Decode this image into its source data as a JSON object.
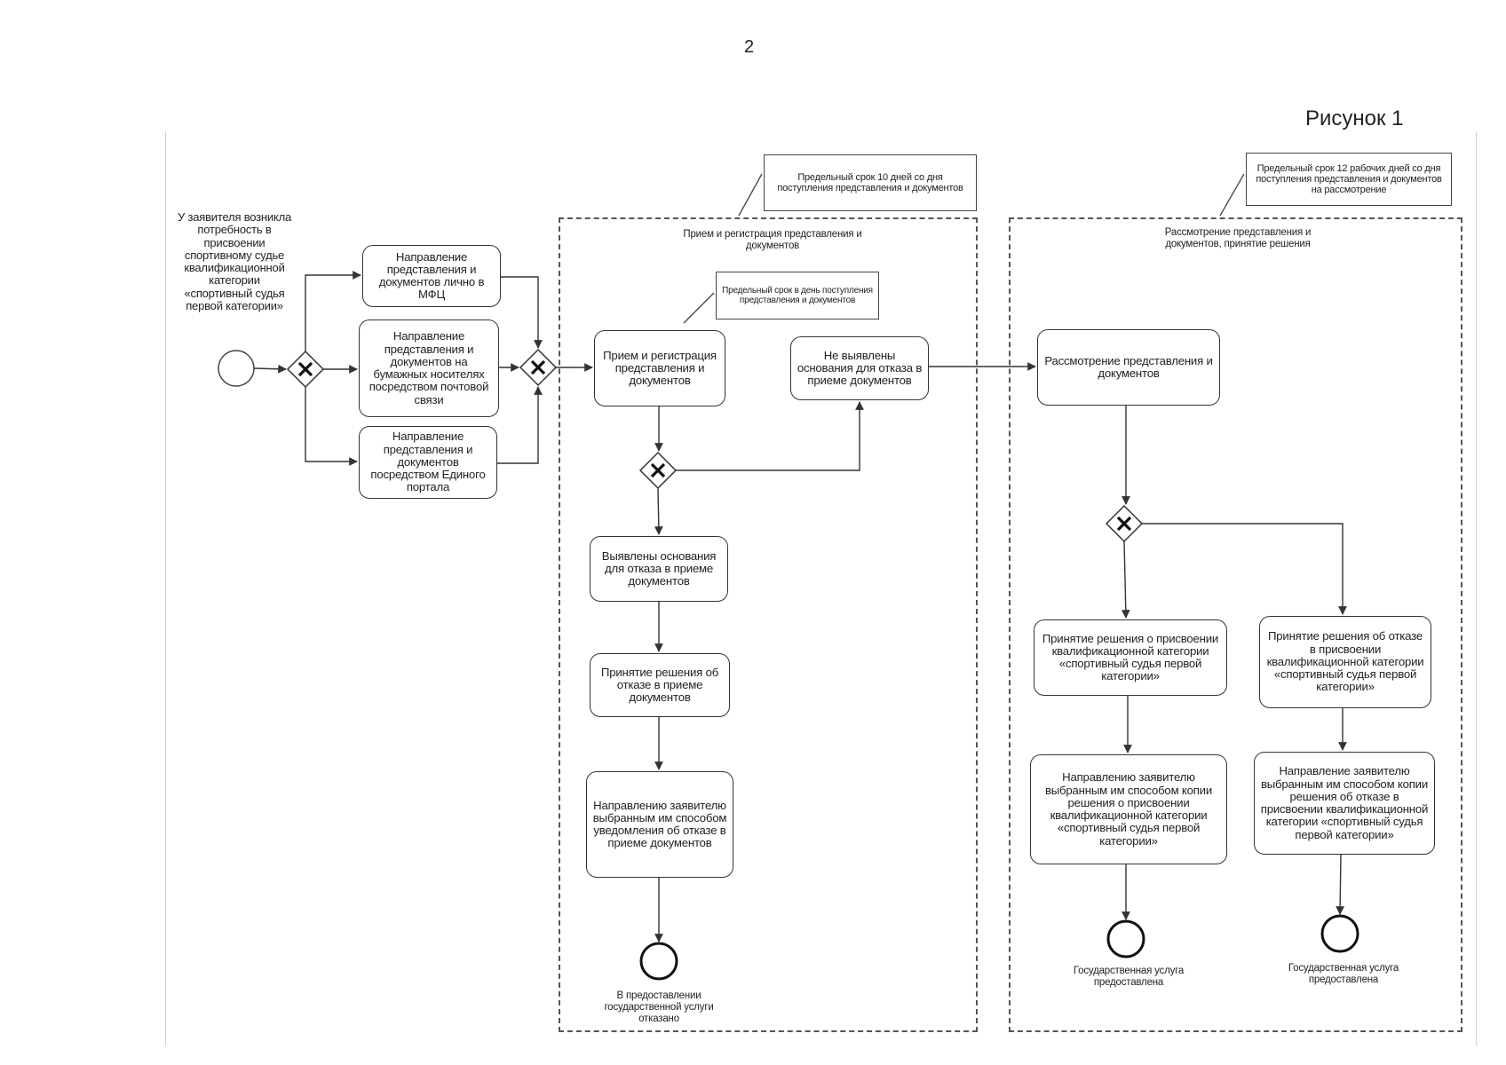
{
  "page_number": "2",
  "figure_label": "Рисунок 1",
  "start_event": {
    "label": "У заявителя возникла потребность в присвоении спортивному судье квалификационной категории «спортивный судья первой категории»"
  },
  "submission": {
    "in_person": "Направление представления и документов лично в МФЦ",
    "by_mail": "Направление представления и документов на бумажных носителях посредством почтовой связи",
    "by_portal": "Направление представления и документов посредством Единого портала"
  },
  "lane_reception": {
    "title": "Прием и регистрация представления и документов",
    "deadline_note": "Предельный срок 10 дней со дня поступления представления и документов",
    "same_day_note": "Предельный срок в день поступления представления и документов",
    "receive_register": "Прием и регистрация представления и документов",
    "no_grounds": "Не выявлены основания для отказа в приеме документов",
    "grounds_found": "Выявлены основания для отказа в приеме документов",
    "refusal_decision": "Принятие решения об отказе в приеме документов",
    "send_refusal": "Направлению заявителю выбранным им способом уведомления об отказе в приеме документов",
    "end_label": "В предоставлении государственной услуги отказано"
  },
  "lane_review": {
    "title": "Рассмотрение представления и документов, принятие решения",
    "deadline_note": "Предельный срок 12 рабочих дней со дня поступления представления и документов на рассмотрение",
    "review": "Рассмотрение представления и документов",
    "assign_decision": "Принятие решения о присвоении квалификационной категории «спортивный судья первой категории»",
    "deny_decision": "Принятие решения об отказе в присвоении квалификационной категории «спортивный судья первой категории»",
    "send_assign": "Направлению заявителю выбранным им способом копии решения о присвоении квалификационной категории «спортивный судья первой категории»",
    "send_deny": "Направление заявителю выбранным им способом копии решения об отказе в присвоении квалификационной категории «спортивный судья первой категории»",
    "end_label_assign": "Государственная услуга предоставлена",
    "end_label_deny": "Государственная услуга предоставлена"
  }
}
